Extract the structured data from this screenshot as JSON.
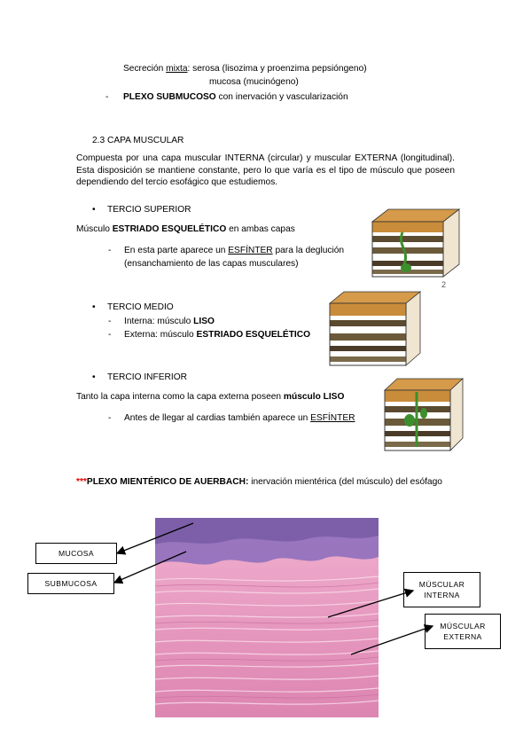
{
  "secrecion": {
    "label": "Secreción ",
    "mixta": "mixta",
    "serosa": ": serosa (lisozima y proenzima pepsióngeno)",
    "mucosa": "mucosa (mucinógeno)"
  },
  "plexo_sub": {
    "dash": "-",
    "bold": "PLEXO SUBMUCOSO",
    "rest": " con inervación y vascularización"
  },
  "section_title": "2.3 CAPA MUSCULAR",
  "intro": "Compuesta por una capa muscular INTERNA (circular) y muscular EXTERNA (longitudinal). Esta disposición se mantiene constante, pero lo que varía es el tipo de músculo que poseen dependiendo del tercio esofágico que estudiemos.",
  "superior": {
    "bullet": "•",
    "title": "TERCIO SUPERIOR",
    "line_pre": "Músculo ",
    "line_bold": "ESTRIADO ESQUELÉTICO",
    "line_post": " en ambas capas",
    "dash": "-",
    "item_pre": "En esta parte aparece un ",
    "item_u": "ESFÍNTER",
    "item_post": " para la deglución",
    "item_line2": "(ensanchamiento de las capas musculares)",
    "fig_num": "2"
  },
  "medio": {
    "bullet": "•",
    "title": "TERCIO MEDIO",
    "dash1": "-",
    "interna_pre": "Interna: músculo ",
    "interna_bold": "LISO",
    "dash2": "-",
    "externa_pre": "Externa: músculo ",
    "externa_bold": "ESTRIADO ESQUELÉTICO"
  },
  "inferior": {
    "bullet": "•",
    "title": "TERCIO INFERIOR",
    "line_pre": "Tanto la capa interna como la capa externa poseen ",
    "line_bold": "músculo LISO",
    "dash": "-",
    "item_pre": "Antes de llegar al cardias también aparece un ",
    "item_u": "ESFÍNTER"
  },
  "auerbach": {
    "stars": "***",
    "bold": "PLEXO MIENTÉRICO DE AUERBACH:",
    "rest": " inervación mientérica (del músculo) del esófago"
  },
  "labels": {
    "mucosa": "MUCOSA",
    "submucosa": "SUBMUCOSA",
    "musc_int_1": "MÚSCULAR",
    "musc_int_2": "INTERNA",
    "musc_ext_1": "MÚSCULAR",
    "musc_ext_2": "EXTERNA"
  },
  "colors": {
    "accent_red": "#e00000",
    "tissue_pink": "#e78fb8",
    "mucosa_purple": "#7c5fb0",
    "sphincter_green": "#3c8f2c",
    "block_orange": "#c98c3a"
  }
}
